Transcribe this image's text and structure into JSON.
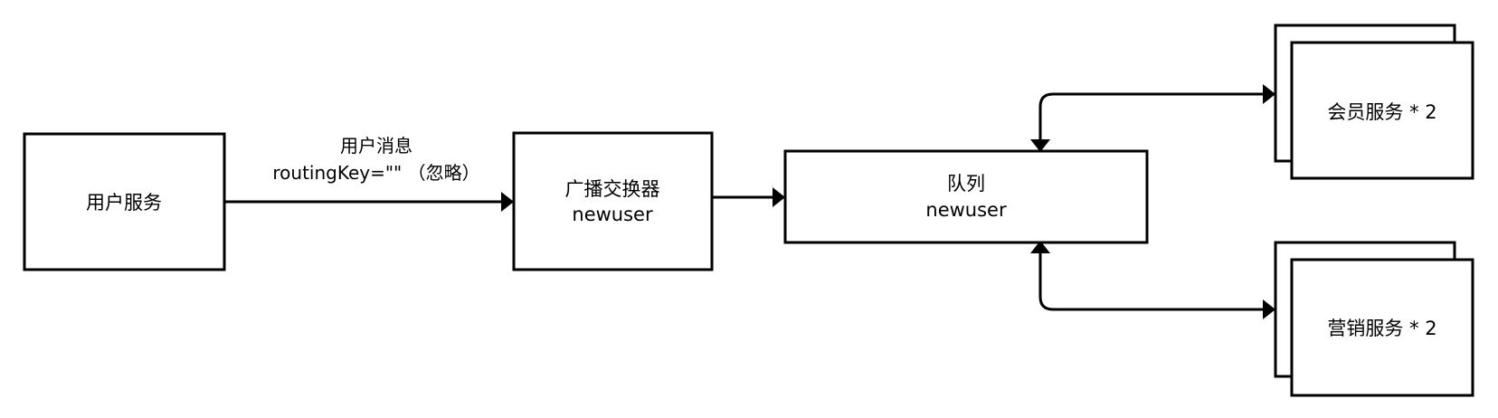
{
  "nodes": {
    "user_service": {
      "label": "用户服务"
    },
    "fanout_exchange": {
      "line1": "广播交换器",
      "line2": "newuser"
    },
    "queue": {
      "line1": "队列",
      "line2": "newuser"
    },
    "member_service": {
      "label": "会员服务 * 2"
    },
    "marketing_service": {
      "label": "营销服务 * 2"
    }
  },
  "edges": {
    "publish": {
      "line1": "用户消息",
      "line2": "routingKey=\"\" （忽略）"
    }
  },
  "colors": {
    "stroke": "#000000",
    "fill": "#ffffff",
    "text": "#000000"
  }
}
